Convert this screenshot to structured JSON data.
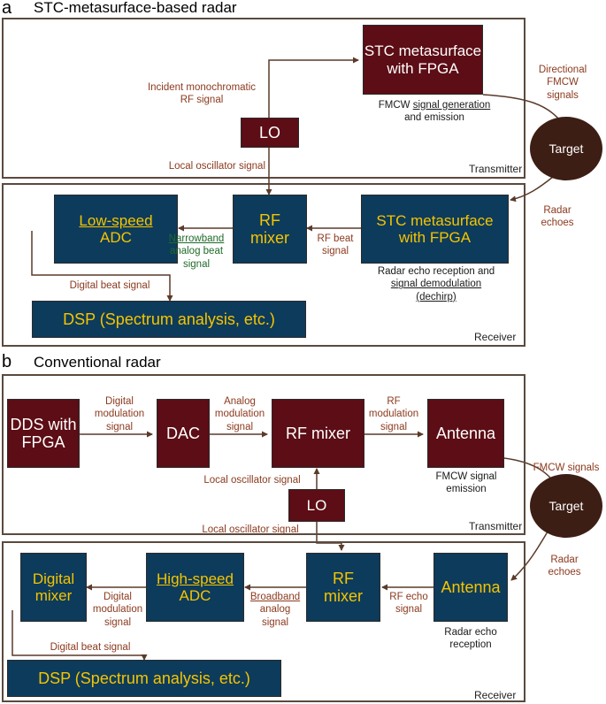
{
  "panel_a": {
    "letter": "a",
    "title": "STC-metasurface-based radar",
    "transmitter_tag": "Transmitter",
    "receiver_tag": "Receiver",
    "blocks": {
      "stc_tx_line1": "STC metasurface",
      "stc_tx_line2": "with FPGA",
      "lo": "LO",
      "stc_rx_line1": "STC metasurface",
      "stc_rx_line2": "with FPGA",
      "rf_mixer_line1": "RF",
      "rf_mixer_line2": "mixer",
      "adc_line1": "Low-speed",
      "adc_line2": "ADC",
      "dsp": "DSP (Spectrum analysis, etc.)"
    },
    "labels": {
      "incident_line1": "Incident monochromatic",
      "incident_line2": "RF signal",
      "fmcw_gen_prefix": "FMCW ",
      "fmcw_gen_underlined": "signal generation",
      "fmcw_gen_line2": "and emission",
      "local_osc": "Local oscillator signal",
      "directional_line1": "Directional",
      "directional_line2": "FMCW",
      "directional_line3": "signals",
      "radar_echoes_line1": "Radar",
      "radar_echoes_line2": "echoes",
      "rf_beat_line1": "RF beat",
      "rf_beat_line2": "signal",
      "narrowband_underlined": "Narrowband",
      "narrowband_line2": "analog beat",
      "narrowband_line3": "signal",
      "digital_beat": "Digital beat signal",
      "echo_rx_line1": "Radar echo reception and",
      "echo_rx_underlined": "signal demodulation",
      "echo_rx_line3": "(dechirp)"
    },
    "target": "Target"
  },
  "panel_b": {
    "letter": "b",
    "title": "Conventional  radar",
    "transmitter_tag": "Transmitter",
    "receiver_tag": "Receiver",
    "blocks": {
      "dds_line1": "DDS with",
      "dds_line2": "FPGA",
      "dac": "DAC",
      "rf_mixer_tx": "RF mixer",
      "antenna_tx": "Antenna",
      "lo": "LO",
      "antenna_rx": "Antenna",
      "rf_mixer_rx_line1": "RF",
      "rf_mixer_rx_line2": "mixer",
      "adc_line1": "High-speed",
      "adc_line2": "ADC",
      "digital_mixer_line1": "Digital",
      "digital_mixer_line2": "mixer",
      "dsp": "DSP (Spectrum analysis, etc.)"
    },
    "labels": {
      "digital_mod_line1": "Digital",
      "digital_mod_line2": "modulation",
      "digital_mod_line3": "signal",
      "analog_mod_line1": "Analog",
      "analog_mod_line2": "modulation",
      "analog_mod_line3": "signal",
      "rf_mod_line1": "RF",
      "rf_mod_line2": "modulation",
      "rf_mod_line3": "signal",
      "fmcw_signals": "FMCW signals",
      "fmcw_emission_line1": "FMCW signal",
      "fmcw_emission_line2": "emission",
      "local_osc_upper": "Local oscillator signal",
      "local_osc_lower": "Local oscillator signal",
      "radar_echoes_line1": "Radar",
      "radar_echoes_line2": "echoes",
      "rf_echo_line1": "RF echo",
      "rf_echo_line2": "signal",
      "broadband_underlined": "Broadband",
      "broadband_line2": "analog",
      "broadband_line3": "signal",
      "digital_mod_rx_line1": "Digital",
      "digital_mod_rx_line2": "modulation",
      "digital_mod_rx_line3": "signal",
      "echo_reception_line1": "Radar echo",
      "echo_reception_line2": "reception",
      "digital_beat": "Digital beat signal"
    },
    "target": "Target"
  },
  "colors": {
    "transmit_block": "#5c0d15",
    "receive_block": "#0d3b5b",
    "receive_text": "#f5c400",
    "label_text": "#8b3a1e",
    "band_label": "#1f6b2a",
    "target": "#3d1e14",
    "wire": "#5a3a2a"
  }
}
